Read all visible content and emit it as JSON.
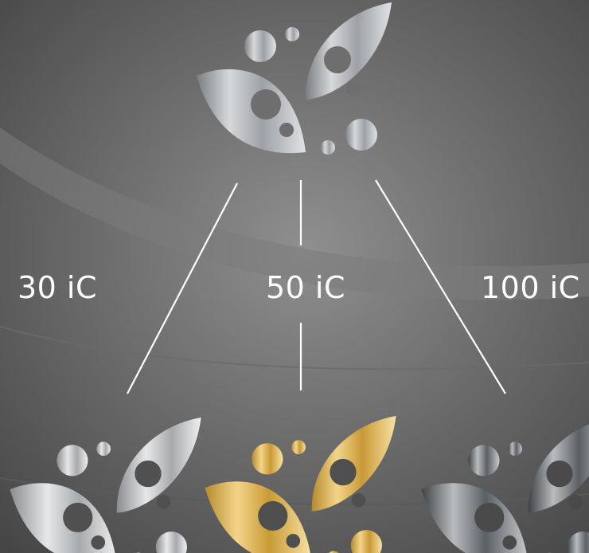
{
  "labels": {
    "left": "30 iC",
    "middle": "50 iC",
    "right": "100 iC"
  },
  "icons": {
    "top": "butterfly-leaf-logo-icon",
    "bottom_left": "butterfly-leaf-logo-icon",
    "bottom_middle": "butterfly-leaf-logo-icon",
    "bottom_right": "butterfly-leaf-logo-icon"
  },
  "colors": {
    "top_logo": "#a9acb0",
    "bottom_left_logo": "#b3b5b8",
    "bottom_middle_logo": "#d4a63e",
    "bottom_right_logo": "#6d7276",
    "connector_lines": "#ffffff",
    "label_text": "#ffffff",
    "background": "#545454"
  }
}
